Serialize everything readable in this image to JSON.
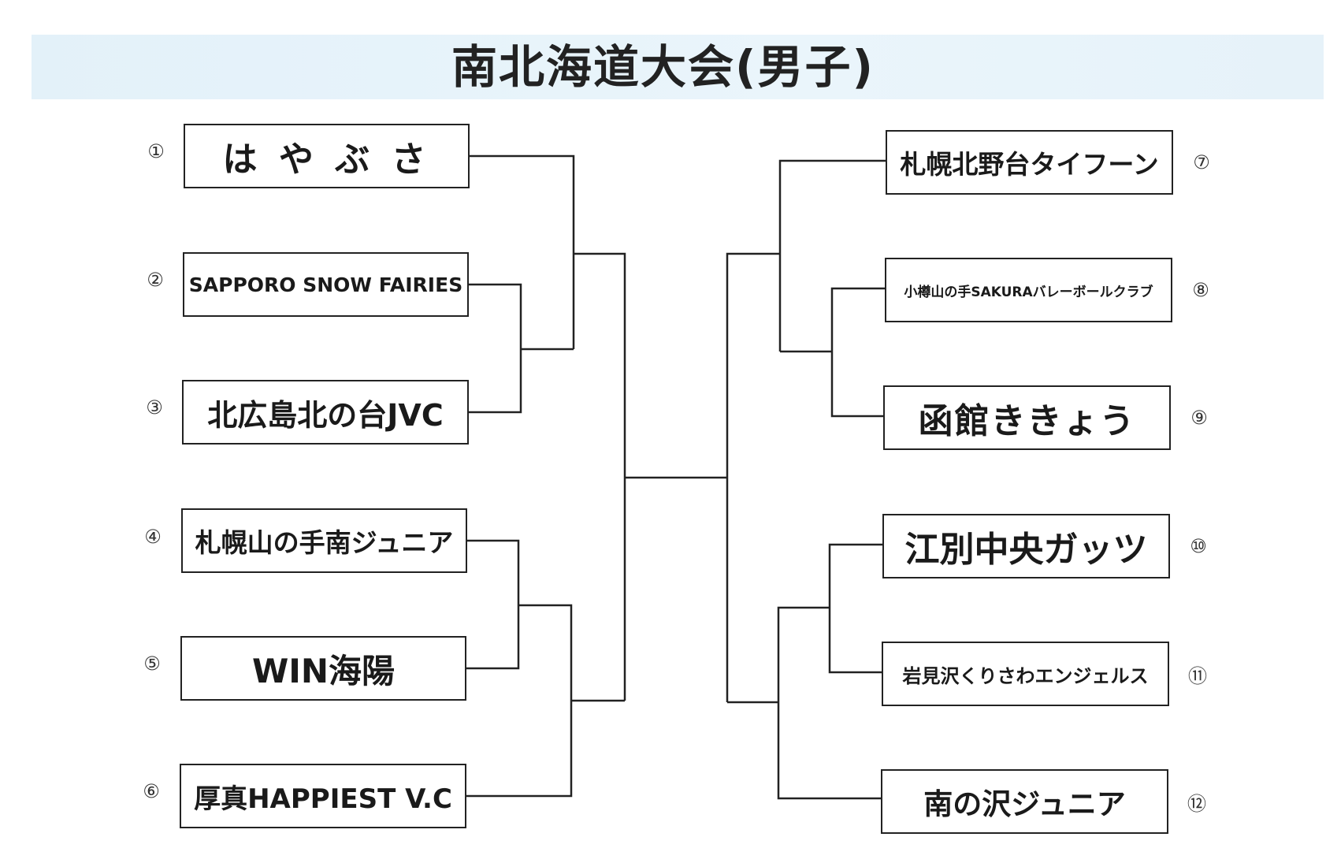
{
  "title": "南北海道大会(男子)",
  "teams": [
    {
      "num": "①",
      "name": "は や ぶ さ"
    },
    {
      "num": "②",
      "name": "SAPPORO SNOW FAIRIES"
    },
    {
      "num": "③",
      "name": "北広島北の台JVC"
    },
    {
      "num": "④",
      "name": "札幌山の手南ジュニア"
    },
    {
      "num": "⑤",
      "name": "WIN海陽"
    },
    {
      "num": "⑥",
      "name": "厚真HAPPIEST V.C"
    },
    {
      "num": "⑦",
      "name": "札幌北野台タイフーン"
    },
    {
      "num": "⑧",
      "name": "小樽山の手SAKURAバレーボールクラブ"
    },
    {
      "num": "⑨",
      "name": "函館ききょう"
    },
    {
      "num": "⑩",
      "name": "江別中央ガッツ"
    },
    {
      "num": "⑪",
      "name": "岩見沢くりさわエンジェルス"
    },
    {
      "num": "⑫",
      "name": "南の沢ジュニア"
    }
  ]
}
